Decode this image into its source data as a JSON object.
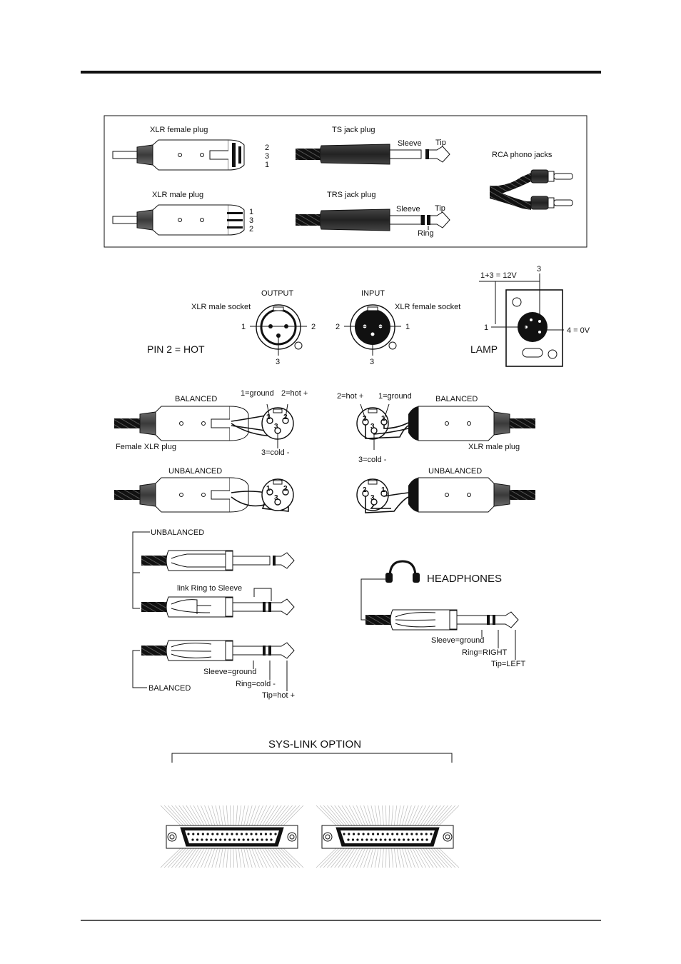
{
  "connectors_box": {
    "xlr_female_plug": "XLR female plug",
    "xlr_female_pins": [
      "2",
      "3",
      "1"
    ],
    "xlr_male_plug": "XLR male plug",
    "xlr_male_pins": [
      "1",
      "3",
      "2"
    ],
    "ts_jack_plug": "TS jack plug",
    "ts_sleeve": "Sleeve",
    "ts_tip": "Tip",
    "trs_jack_plug": "TRS jack plug",
    "trs_sleeve": "Sleeve",
    "trs_tip": "Tip",
    "trs_ring": "Ring",
    "rca_phono_jacks": "RCA phono jacks"
  },
  "sockets": {
    "output_title": "OUTPUT",
    "output_socket": "XLR male socket",
    "output_pins": {
      "left": "1",
      "right": "2",
      "bottom": "3"
    },
    "input_title": "INPUT",
    "input_socket": "XLR female socket",
    "input_pins": {
      "left": "2",
      "right": "1",
      "bottom": "3"
    },
    "pin2_hot": "PIN 2 = HOT",
    "lamp": "LAMP",
    "lamp_supply": "1+3 = 12V",
    "lamp_pin3": "3",
    "lamp_pin1": "1",
    "lamp_pin4": "4 = 0V"
  },
  "xlr_wiring": {
    "left_balanced": "BALANCED",
    "left_ground": "1=ground",
    "left_hot": "2=hot +",
    "left_plug": "Female XLR plug",
    "left_cold": "3=cold -",
    "left_unbalanced": "UNBALANCED",
    "right_hot": "2=hot +",
    "right_ground": "1=ground",
    "right_balanced": "BALANCED",
    "right_plug": "XLR male plug",
    "right_cold": "3=cold -",
    "right_unbalanced": "UNBALANCED",
    "pin_digits": [
      "1",
      "2",
      "3"
    ]
  },
  "jack_wiring": {
    "unbalanced": "UNBALANCED",
    "link_ring": "link Ring to Sleeve",
    "balanced": "BALANCED",
    "sleeve_ground": "Sleeve=ground",
    "ring_cold": "Ring=cold -",
    "tip_hot": "Tip=hot +"
  },
  "headphones": {
    "title": "HEADPHONES",
    "sleeve_ground": "Sleeve=ground",
    "ring_right": "Ring=RIGHT",
    "tip_left": "Tip=LEFT"
  },
  "syslink": {
    "title": "SYS-LINK OPTION",
    "pins_top_row": 19,
    "pins_bottom_row": 18
  }
}
